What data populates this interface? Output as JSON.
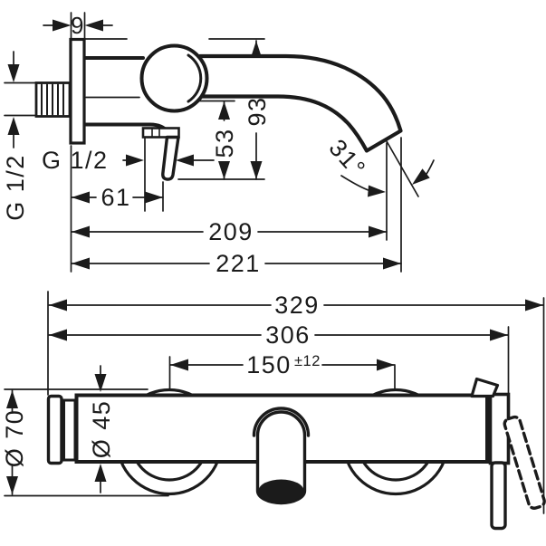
{
  "drawing": {
    "colors": {
      "ink": "#1b1b1b",
      "paper": "#ffffff"
    },
    "side_view": {
      "labels": {
        "plate_thickness": "9",
        "inlet_thread": "G 1/2",
        "outlet_thread": "G 1/2",
        "outlet_drop": "53",
        "overall_height": "93",
        "outlet_offset": "61",
        "spout_reach": "209",
        "overall_depth": "221",
        "spout_angle": "31°"
      }
    },
    "front_view": {
      "labels": {
        "overall_width": "329",
        "body_width": "306",
        "hole_spacing": "150",
        "hole_spacing_tolerance": "±12",
        "escutcheon_diameter": "Ø 70",
        "body_diameter": "Ø 45"
      }
    }
  }
}
